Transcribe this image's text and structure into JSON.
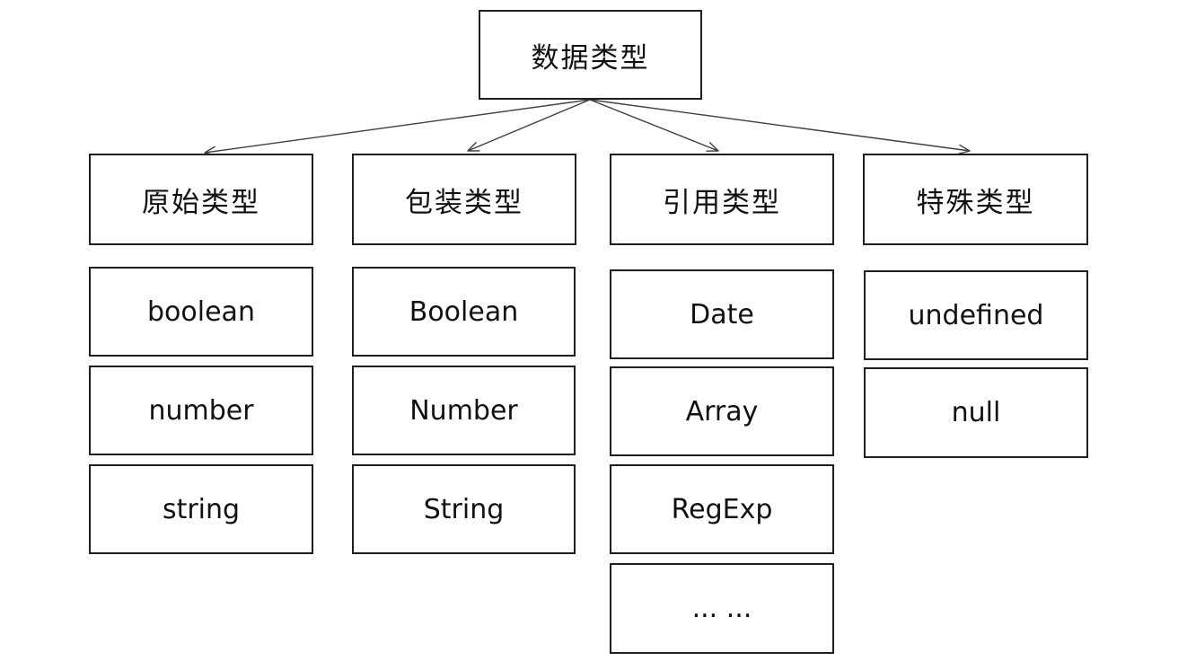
{
  "diagram": {
    "title_node": {
      "label": "数据类型"
    },
    "columns": [
      {
        "id": "primitive",
        "header": "原始类型",
        "items": [
          "boolean",
          "number",
          "string"
        ]
      },
      {
        "id": "wrapper",
        "header": "包装类型",
        "items": [
          "Boolean",
          "Number",
          "String"
        ]
      },
      {
        "id": "reference",
        "header": "引用类型",
        "items": [
          "Date",
          "Array",
          "RegExp",
          "... ..."
        ]
      },
      {
        "id": "special",
        "header": "特殊类型",
        "items": [
          "undefined",
          "null"
        ]
      }
    ],
    "colors": {
      "background": "#ffffff",
      "border": "#1f1f1f",
      "line": "#3f3f3f",
      "text": "#111111"
    }
  }
}
